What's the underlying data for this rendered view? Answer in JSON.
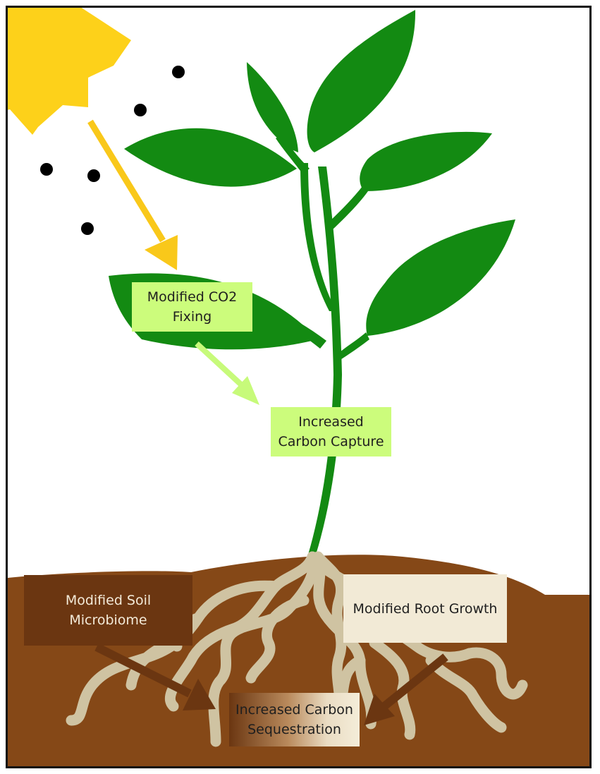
{
  "labels": {
    "co2_fixing": "Modified CO2\nFixing",
    "carbon_capture": "Increased\nCarbon Capture",
    "soil_microbiome": "Modified Soil\nMicrobiome",
    "root_growth": "Modified Root Growth",
    "carbon_sequestration": "Increased Carbon\nSequestration"
  },
  "colors": {
    "sun": "#fdd11a",
    "sunlight_arrow": "#f9c81a",
    "leaf": "#138a12",
    "stem": "#138a12",
    "soil": "#854817",
    "root": "#cfc3a2",
    "co2_particle": "#000000",
    "green_label_bg": "#ccfc7c",
    "green_arrow": "#c7fa7a",
    "brown_arrow": "#6b3611",
    "microbiome_label_bg": "#6b3611",
    "root_label_bg": "#f2ead6"
  },
  "icons": [
    "sun-icon",
    "co2-particle-icon",
    "plant-icon",
    "root-icon"
  ]
}
